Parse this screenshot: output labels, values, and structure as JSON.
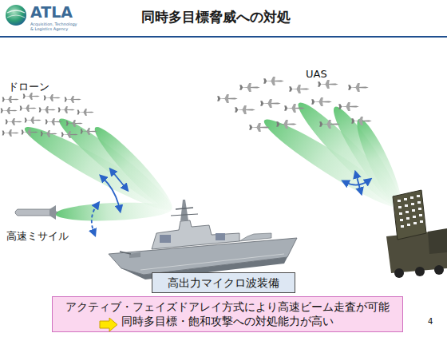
{
  "diagram": {
    "title": "同時多目標脅威への対処",
    "nodes": [
      {
        "text": [
          "高出力マイクロ波装備"
        ]
      },
      {
        "text": [
          "アクティブ・フェイズドアレイ方式により高速ビーム走査が可能",
          "同時多目標・飽和攻撃への対処能力が高い"
        ]
      }
    ],
    "labels": [
      "ATLA",
      "Acquisition, Technology & Logistics Agency",
      "ドローン",
      "UAS",
      "高速ミサイル",
      "4"
    ]
  }
}
